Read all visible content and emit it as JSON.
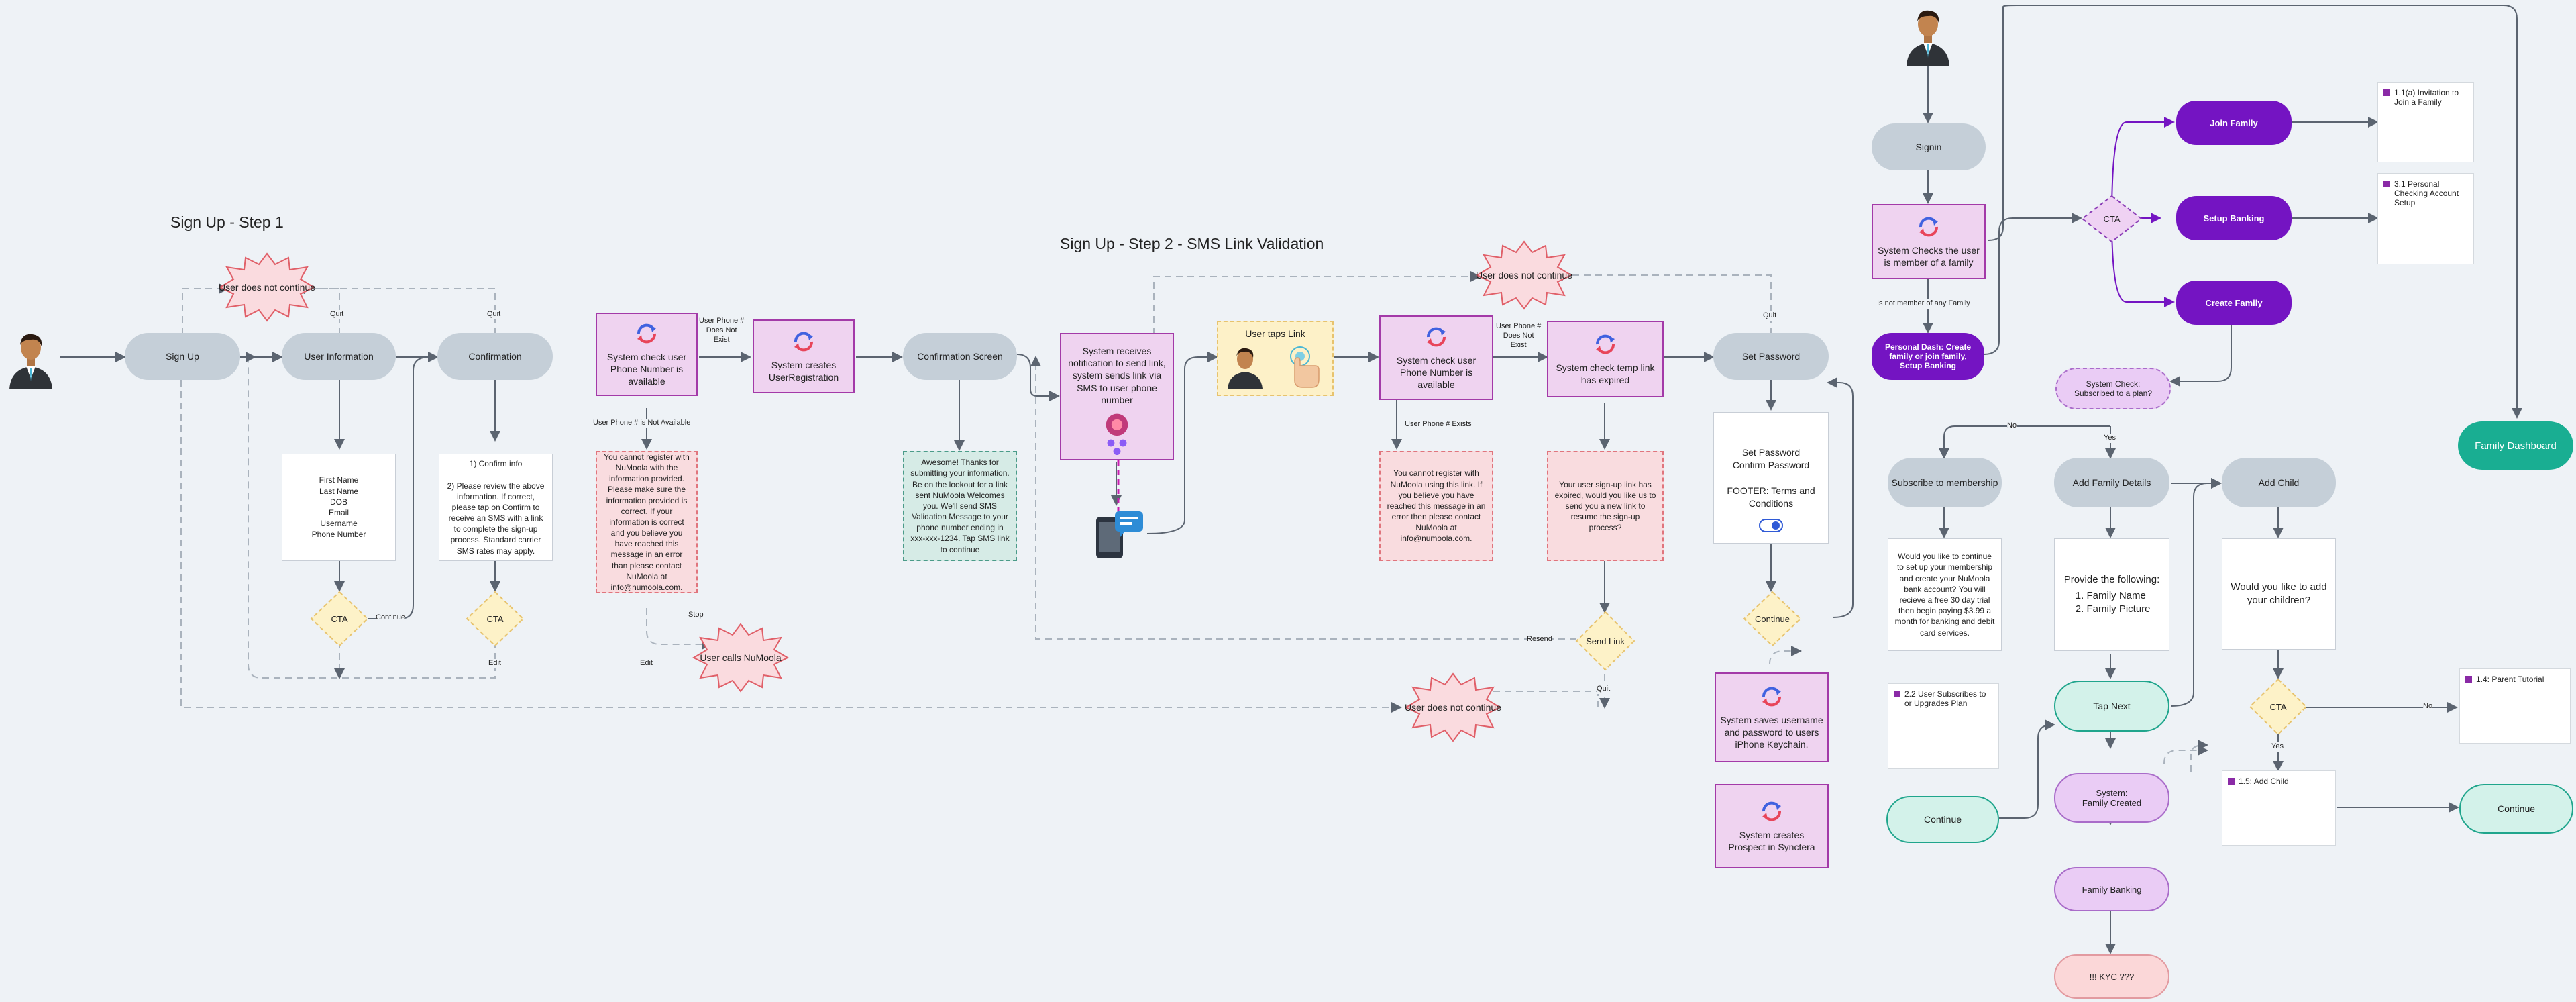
{
  "titles": {
    "step1": "Sign Up - Step 1",
    "step2": "Sign Up - Step 2 - SMS Link Validation"
  },
  "nodes": {
    "sign_up": "Sign Up",
    "user_information": "User Information",
    "confirmation": "Confirmation",
    "user_info_fields": "First Name\nLast Name\nDOB\nEmail\nUsername\nPhone Number",
    "confirm_info_text": "1) Confirm info\n\n2) Please review the above information. If correct, please tap on Confirm to receive an SMS with a link to complete the sign-up process. Standard carrier SMS rates may apply.",
    "check_phone_1": "System check user Phone Number is available",
    "creates_registration": "System creates UserRegistration",
    "confirmation_screen": "Confirmation Screen",
    "phone_unavailable_msg": "You cannot register with NuMoola with the information provided. Please make sure the information provided is correct. If your information is correct and you believe you have reached this message in an error than please contact NuMoola at info@numoola.com.",
    "awesome_msg": "Awesome! Thanks for submitting your information. Be on the lookout for a link sent NuMoola Welcomes you. We'll send SMS Validation Message to your phone number ending in xxx-xxx-1234. Tap SMS link to continue",
    "sends_sms_link": "System receives notification to send link, system sends link via SMS to user phone number",
    "user_taps_link": "User taps Link",
    "check_phone_2": "System check user Phone Number is available",
    "check_temp_link": "System check temp link has expired",
    "phone_exists_msg": "You cannot register with NuMoola using this link. If you believe you have reached this message in an error then please contact NuMoola at info@numoola.com.",
    "link_expired_msg": "Your user sign-up link has expired, would you like us to send you a new link to resume the sign-up process?",
    "set_password": "Set Password",
    "set_password_form": "Set Password\nConfirm Password\n\nFOOTER: Terms and Conditions",
    "saves_credentials": "System saves username and password to users iPhone Keychain.",
    "creates_prospect": "System creates Prospect in Synctera",
    "signin": "Signin",
    "checks_family_member": "System Checks the user is member of a family",
    "personal_dash": "Personal Dash: Create family or join family, Setup Banking",
    "join_family": "Join Family",
    "setup_banking": "Setup Banking",
    "create_family": "Create Family",
    "invitation_card": "1.1(a) Invitation to Join a Family",
    "personal_checking_card": "3.1 Personal Checking Account Setup",
    "subscribed_check": "System Check:\nSubscribed to a plan?",
    "subscribe_membership": "Subscribe to membership",
    "membership_text": "Would you like to continue to set up your membership and create your NuMoola bank account? You will recieve a free 30 day trial then begin paying $3.99 a month for banking and debit card services.",
    "subscribes_card": "2.2 User Subscribes to or Upgrades Plan",
    "continue_1": "Continue",
    "add_family_details": "Add Family Details",
    "provide_heading": "Provide the following:",
    "provide_items": [
      "Family Name",
      "Family Picture"
    ],
    "tap_next": "Tap Next",
    "family_created": "System:\nFamily Created",
    "family_banking": "Family Banking",
    "kyc": "!!! KYC ???",
    "add_child": "Add Child",
    "add_children_q": "Would you like to add your children?",
    "parent_tutorial_card": "1.4: Parent Tutorial",
    "add_child_card": "1.5: Add Child",
    "continue_2": "Continue",
    "family_dashboard": "Family Dashboard"
  },
  "bursts": {
    "does_not_continue_1": "User does not continue",
    "does_not_continue_2": "User does not continue",
    "does_not_continue_3": "User does not continue",
    "user_calls": "User calls NuMoola"
  },
  "decisions": {
    "cta_1": "CTA",
    "cta_2": "CTA",
    "continue": "Continue",
    "send_link": "Send Link",
    "cta_branch": "CTA",
    "cta_child": "CTA"
  },
  "edge_labels": {
    "quit_1": "Quit",
    "quit_2": "Quit",
    "quit_3": "Quit",
    "quit_4": "Quit",
    "continue": "Continue",
    "edit_1": "Edit",
    "edit_2": "Edit",
    "phone_not_exist_1": "User Phone #\nDoes Not\nExist",
    "phone_not_available": "User Phone # is Not Available",
    "stop": "Stop",
    "phone_not_exist_2": "User Phone #\nDoes Not\nExist",
    "phone_exists": "User Phone # Exists",
    "resend": "Resend",
    "not_member": "Is not member of any Family",
    "no_1": "No",
    "yes_1": "Yes",
    "no_2": "No",
    "yes_2": "Yes"
  },
  "colors": {
    "system": "#a33aa8",
    "brand_purple": "#7414c2",
    "teal": "#19ae92"
  }
}
